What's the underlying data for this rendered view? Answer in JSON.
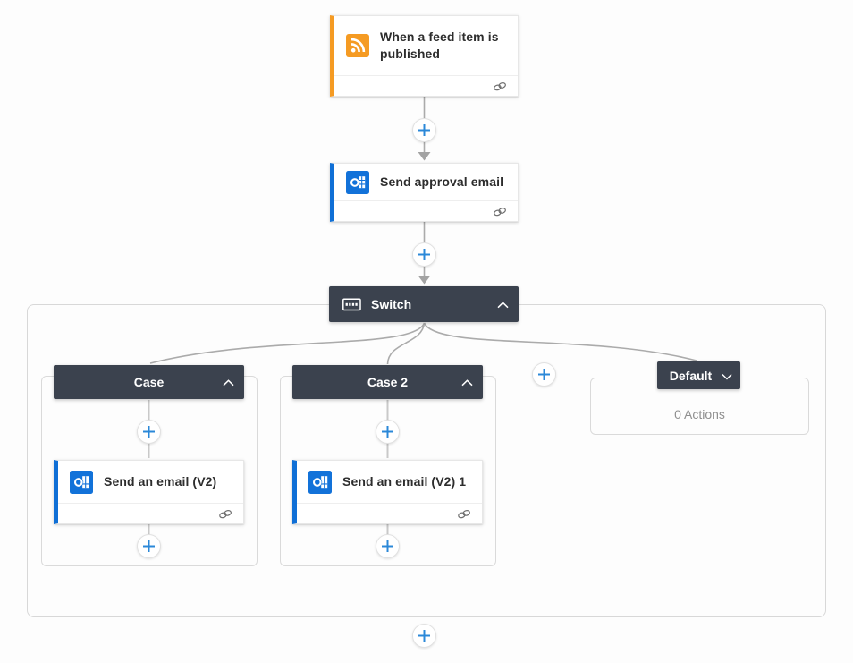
{
  "colors": {
    "trigger_accent": "#F59B23",
    "email_accent": "#0F6FD6",
    "scope_header_bg": "#3B424E",
    "plus_blue": "#2B88D8",
    "connector_gray": "#ABABAB",
    "empty_text_gray": "#8F8F8F"
  },
  "trigger_card": {
    "title": "When a feed item is published"
  },
  "approval_card": {
    "title": "Send approval email"
  },
  "switch_block": {
    "title": "Switch"
  },
  "case1": {
    "title": "Case",
    "action_title": "Send an email (V2)"
  },
  "case2": {
    "title": "Case 2",
    "action_title": "Send an email (V2) 1"
  },
  "default_branch": {
    "title": "Default",
    "empty_text": "0 Actions"
  },
  "icons": {
    "trigger": "rss-icon",
    "email": "outlook-icon",
    "switch": "switch-icon",
    "connection": "chain-link-icon",
    "add": "plus-icon",
    "collapse": "chevron-up-icon",
    "expand": "chevron-down-icon"
  }
}
